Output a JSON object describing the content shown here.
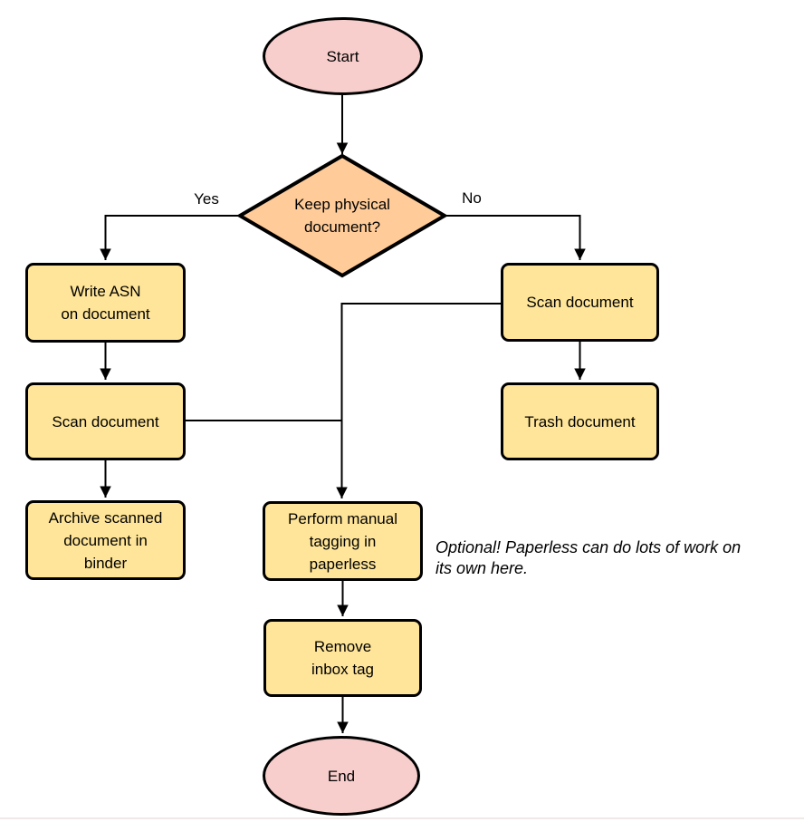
{
  "diagram": {
    "type": "flowchart",
    "nodes": {
      "start": {
        "label": "Start",
        "shape": "terminal"
      },
      "decision": {
        "label": "Keep physical\ndocument?",
        "shape": "decision"
      },
      "write_asn": {
        "label": "Write ASN\non document",
        "shape": "process"
      },
      "scan_left": {
        "label": "Scan document",
        "shape": "process"
      },
      "archive": {
        "label": "Archive scanned\ndocument in\nbinder",
        "shape": "process"
      },
      "scan_right": {
        "label": "Scan document",
        "shape": "process"
      },
      "trash": {
        "label": "Trash document",
        "shape": "process"
      },
      "tagging": {
        "label": "Perform manual\ntagging in\npaperless",
        "shape": "process"
      },
      "remove_inbox": {
        "label": "Remove\ninbox tag",
        "shape": "process"
      },
      "end": {
        "label": "End",
        "shape": "terminal"
      }
    },
    "edge_labels": {
      "yes": "Yes",
      "no": "No"
    },
    "note": "Optional! Paperless can do lots of work on\nits own here.",
    "colors": {
      "terminal_fill": "#f8cecc",
      "decision_fill": "#ffcc99",
      "process_fill": "#ffe599",
      "stroke": "#000000"
    }
  }
}
